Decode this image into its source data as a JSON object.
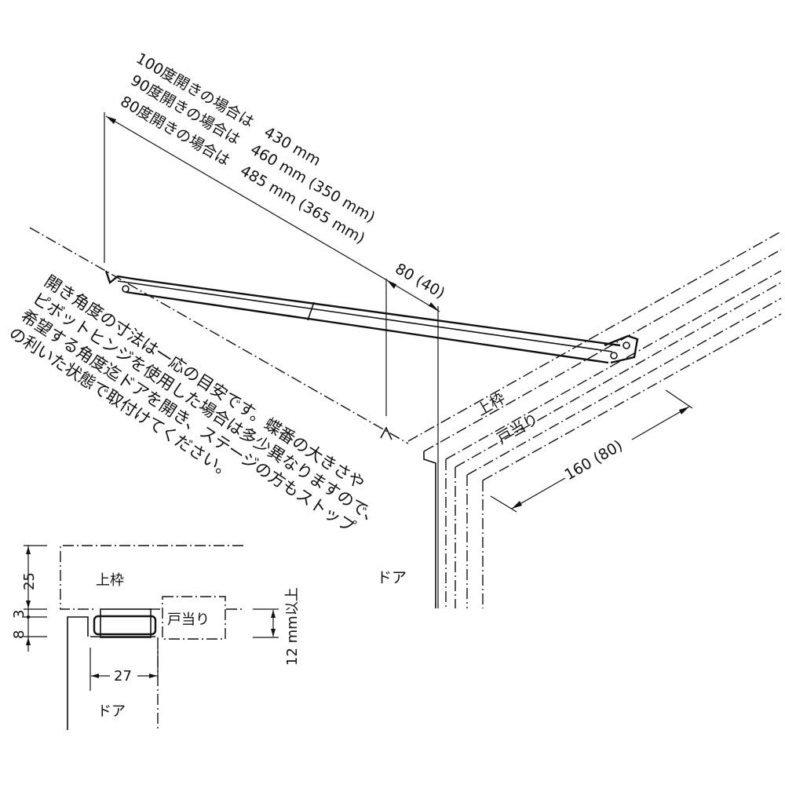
{
  "dimension_labels": {
    "line_100": "100度開きの場合は　430  mm",
    "line_90": "90度開きの場合は　460 mm (350 mm)",
    "line_80": "80度開きの場合は　485 mm (365 mm)",
    "offset": "80 (40)",
    "depth": "160 (80)"
  },
  "part_labels": {
    "frame": "上枠",
    "door_stop": "戸当り",
    "door": "ドア"
  },
  "note": {
    "lines": [
      "開き角度の寸法は一応の目安です。蝶番の大きさや",
      "ピボットヒンジを使用した場合は多少異なりますので、",
      "希望する角度迄ドアを開き、ステージの方もストップ",
      "の利いた状態で取付けてください。"
    ]
  },
  "section": {
    "frame": "上枠",
    "door_stop": "戸当り",
    "door": "ドア",
    "dim_25": "25",
    "dim_3": "3",
    "dim_8": "8",
    "dim_27": "27",
    "dim_12": "12 mm以上"
  }
}
